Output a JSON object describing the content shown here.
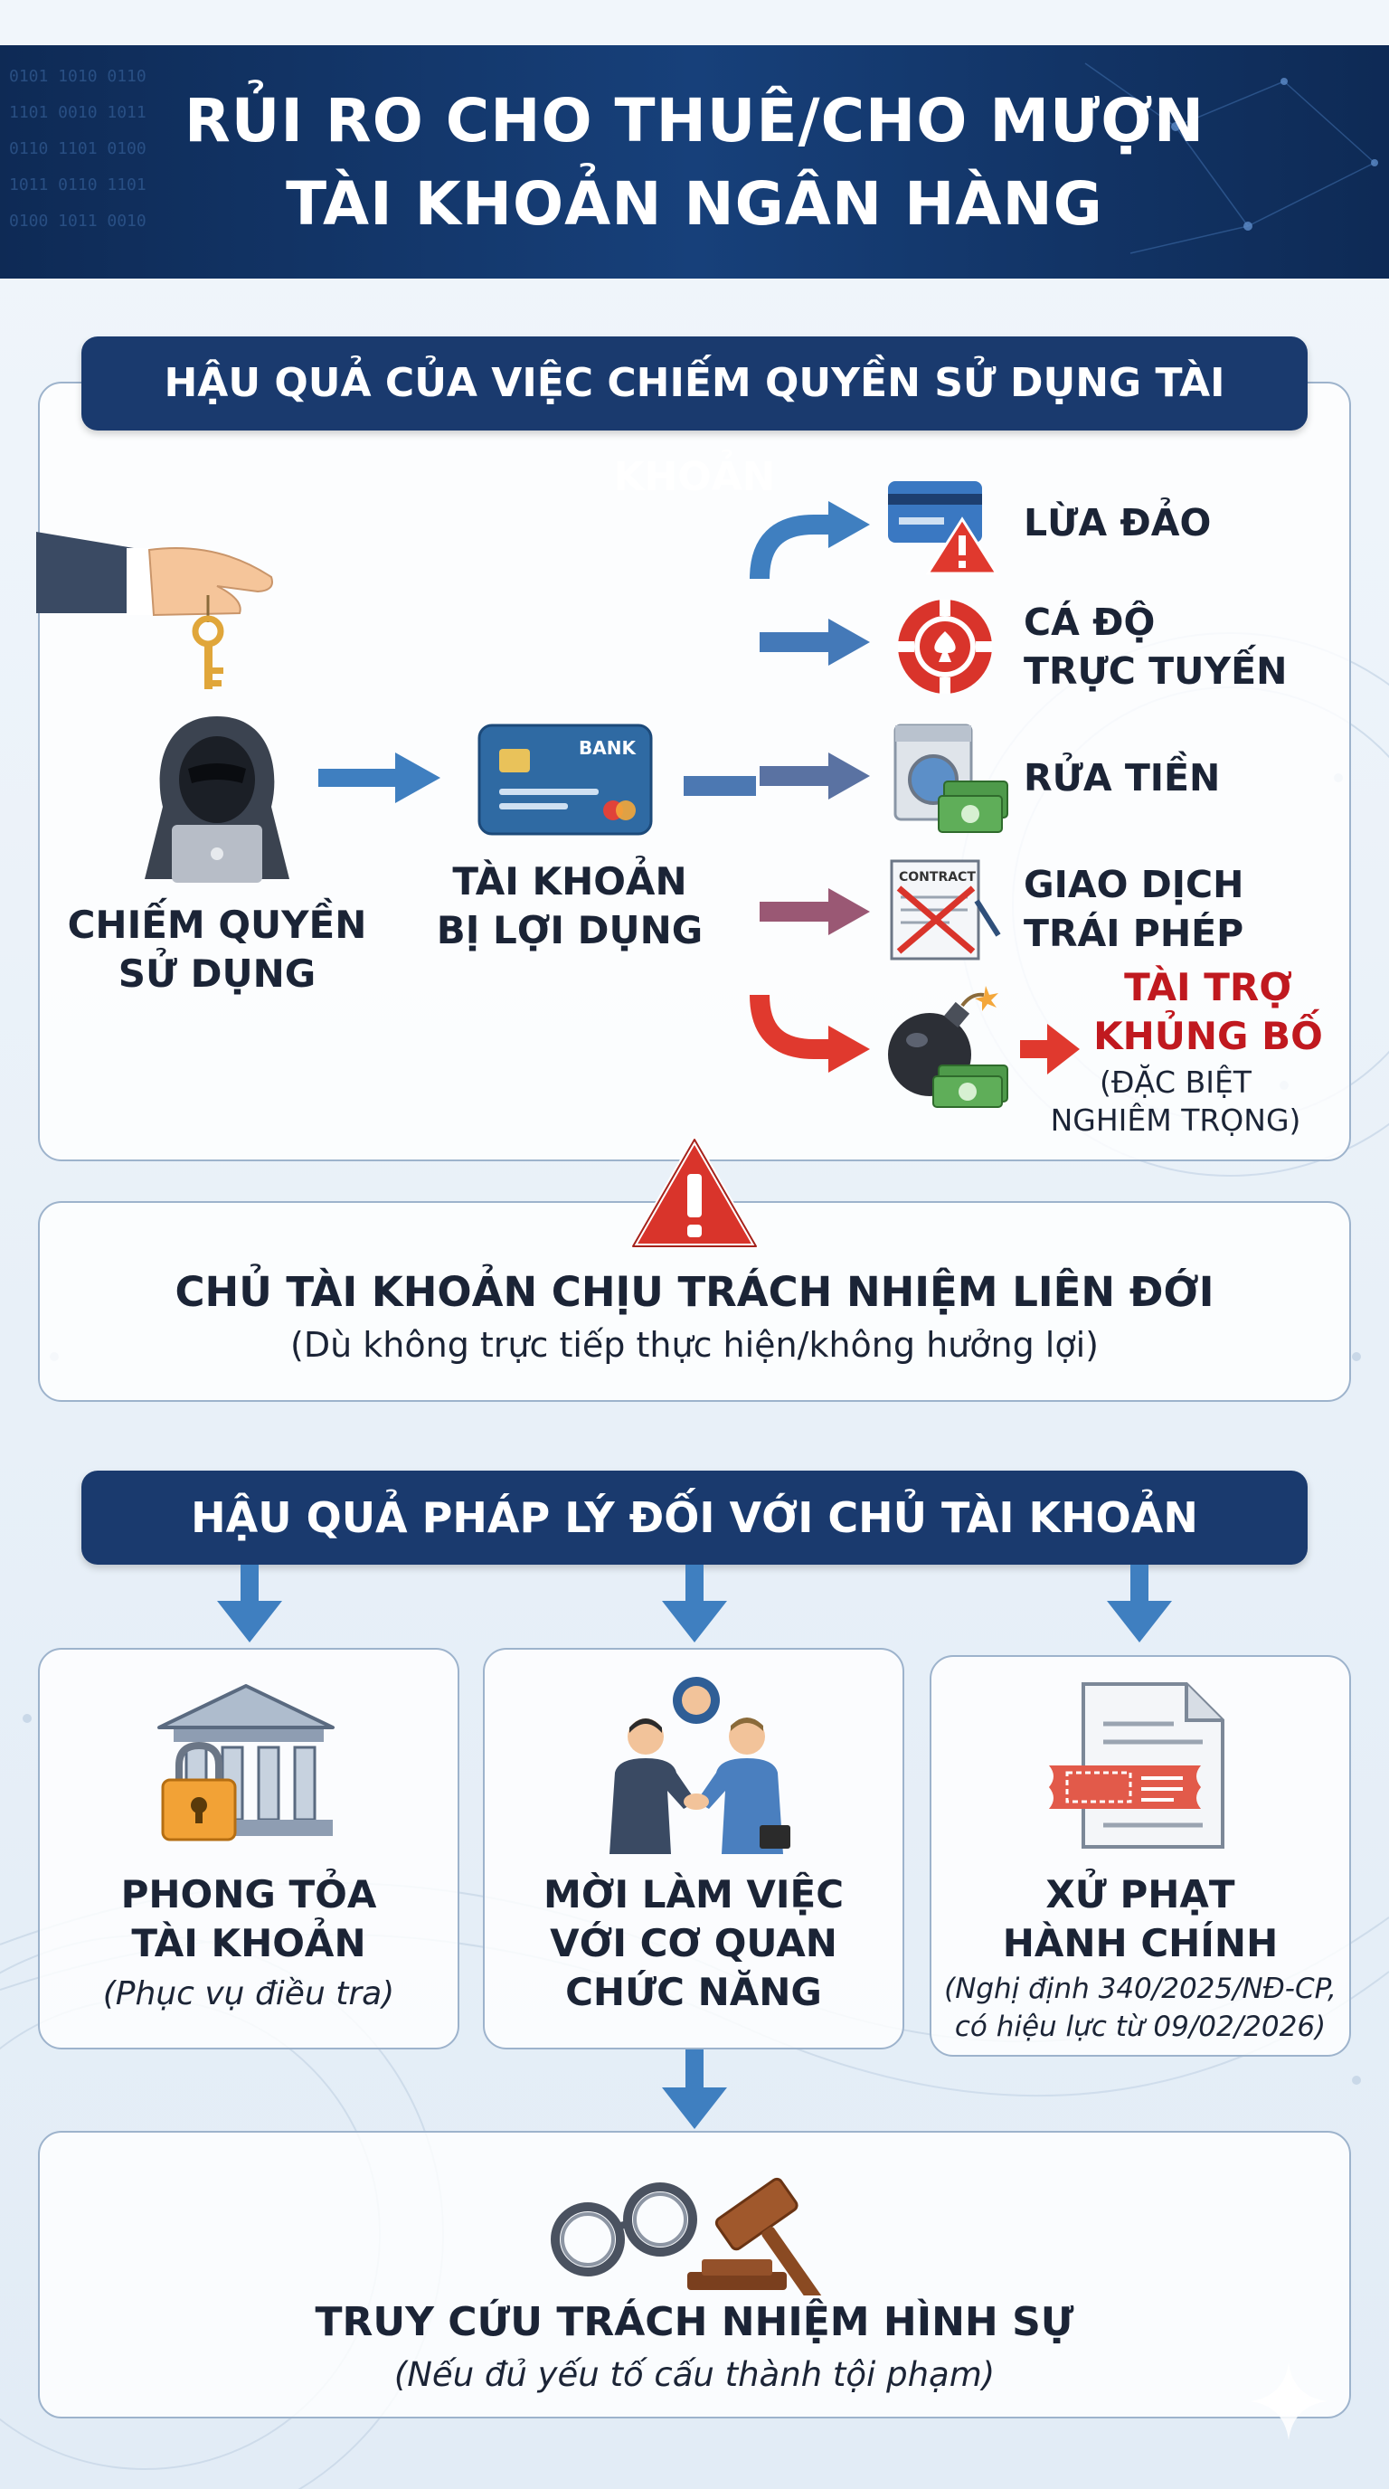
{
  "header": {
    "title_line1": "RỦI RO CHO THUÊ/CHO MƯỢN",
    "title_line2": "TÀI KHOẢN NGÂN HÀNG"
  },
  "section1": {
    "title": "HẬU QUẢ CỦA VIỆC CHIẾM QUYỀN SỬ DỤNG TÀI KHOẢN",
    "actor_line1": "CHIẾM QUYỀN",
    "actor_line2": "SỬ DỤNG",
    "account_line1": "TÀI KHOẢN",
    "account_line2": "BỊ LỢI DỤNG",
    "bank_card_text": "BANK",
    "risks": [
      {
        "line1": "LỪA ĐẢO"
      },
      {
        "line1": "CÁ ĐỘ",
        "line2": "TRỰC TUYẾN"
      },
      {
        "line1": "RỬA TIỀN"
      },
      {
        "line1": "GIAO DỊCH",
        "line2": "TRÁI PHÉP"
      }
    ],
    "contract_text": "CONTRACT",
    "terror_line1": "TÀI TRỢ",
    "terror_line2": "KHỦNG BỐ",
    "terror_note_line1": "(ĐẶC BIỆT",
    "terror_note_line2": "NGHIÊM TRỌNG)"
  },
  "liability": {
    "title": "CHỦ TÀI KHOẢN CHỊU TRÁCH NHIỆM LIÊN ĐỚI",
    "note": "(Dù không trực tiếp thực hiện/không hưởng lợi)"
  },
  "section2": {
    "title": "HẬU QUẢ PHÁP LÝ ĐỐI VỚI CHỦ TÀI KHOẢN",
    "cards": [
      {
        "line1": "PHONG TỎA",
        "line2": "TÀI KHOẢN",
        "note1": "(Phục vụ điều tra)"
      },
      {
        "line1": "MỜI LÀM VIỆC",
        "line2": "VỚI CƠ QUAN",
        "line3": "CHỨC NĂNG"
      },
      {
        "line1": "XỬ PHẠT",
        "line2": "HÀNH CHÍNH",
        "note1": "(Nghị định 340/2025/NĐ-CP,",
        "note2": "có hiệu lực từ 09/02/2026)"
      }
    ],
    "criminal_title": "TRUY CỨU TRÁCH NHIỆM HÌNH SỰ",
    "criminal_note": "(Nếu đủ yếu tố cấu thành tội phạm)"
  },
  "colors": {
    "navy": "#1a3a6e",
    "blue_arrow": "#3f7fc0",
    "red": "#d9342b",
    "terror_red": "#c0191f"
  }
}
